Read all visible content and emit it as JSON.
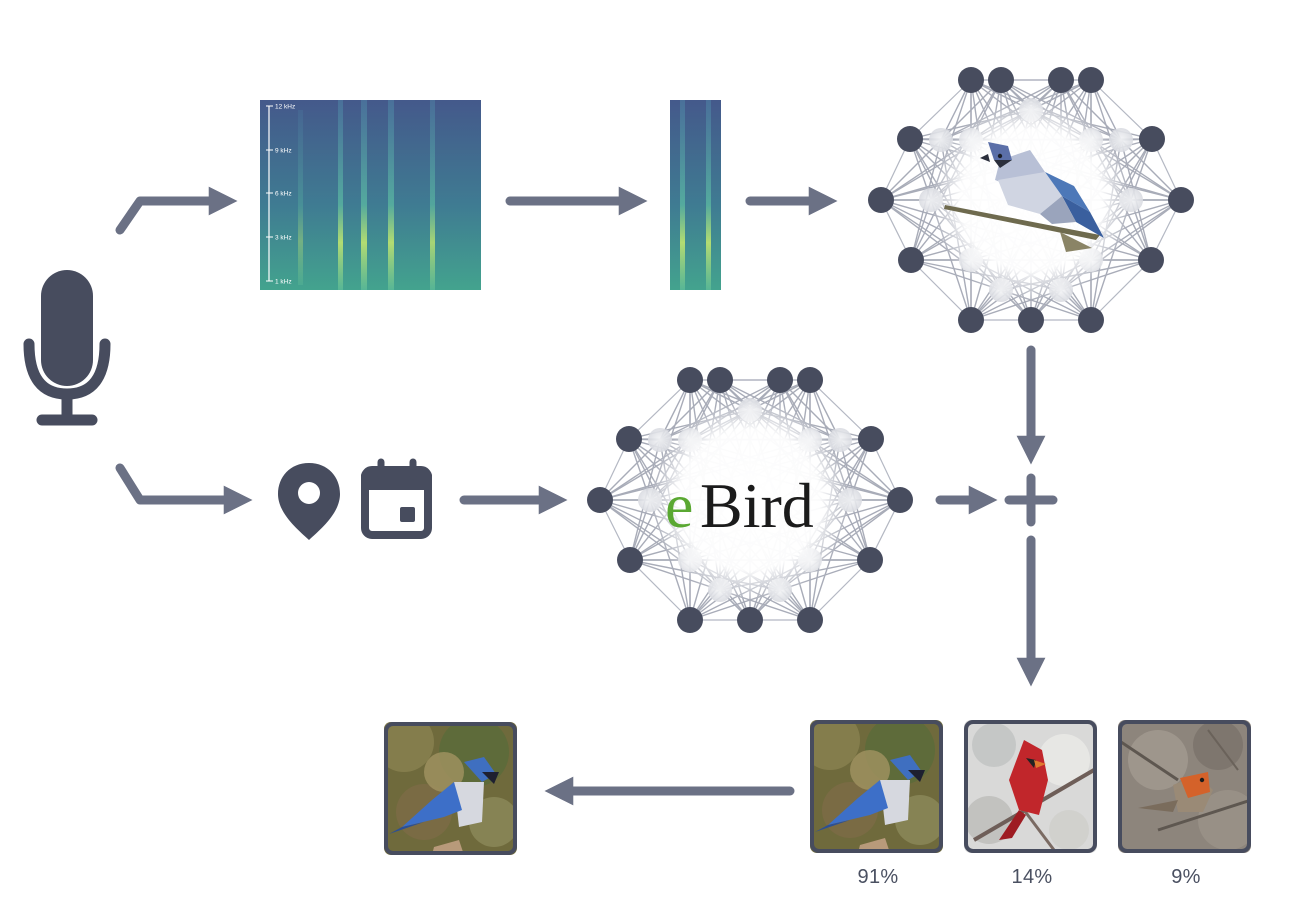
{
  "colors": {
    "arrow": "#6b7185",
    "node": "#474c5e",
    "icon": "#474c5e",
    "frame": "#474c5e",
    "spectrogram_top": "#43598a",
    "spectrogram_bottom": "#3f9a8c",
    "ebird_green": "#5aa832",
    "ebird_dark": "#1b1b1b"
  },
  "spectrogram": {
    "freq_labels": [
      "12 kHz",
      "9 kHz",
      "6 kHz",
      "3 kHz",
      "1 kHz"
    ]
  },
  "ebird_logo": {
    "letter": "e",
    "word": "Bird"
  },
  "icons": {
    "microphone": "microphone-icon",
    "location": "location-pin-icon",
    "calendar": "calendar-icon",
    "combine": "plus-icon"
  },
  "predictions": [
    {
      "species_icon": "blue-jay-image",
      "confidence": "91%"
    },
    {
      "species_icon": "cardinal-image",
      "confidence": "14%"
    },
    {
      "species_icon": "robin-image",
      "confidence": "9%"
    }
  ],
  "result": {
    "species_icon": "blue-jay-image"
  }
}
